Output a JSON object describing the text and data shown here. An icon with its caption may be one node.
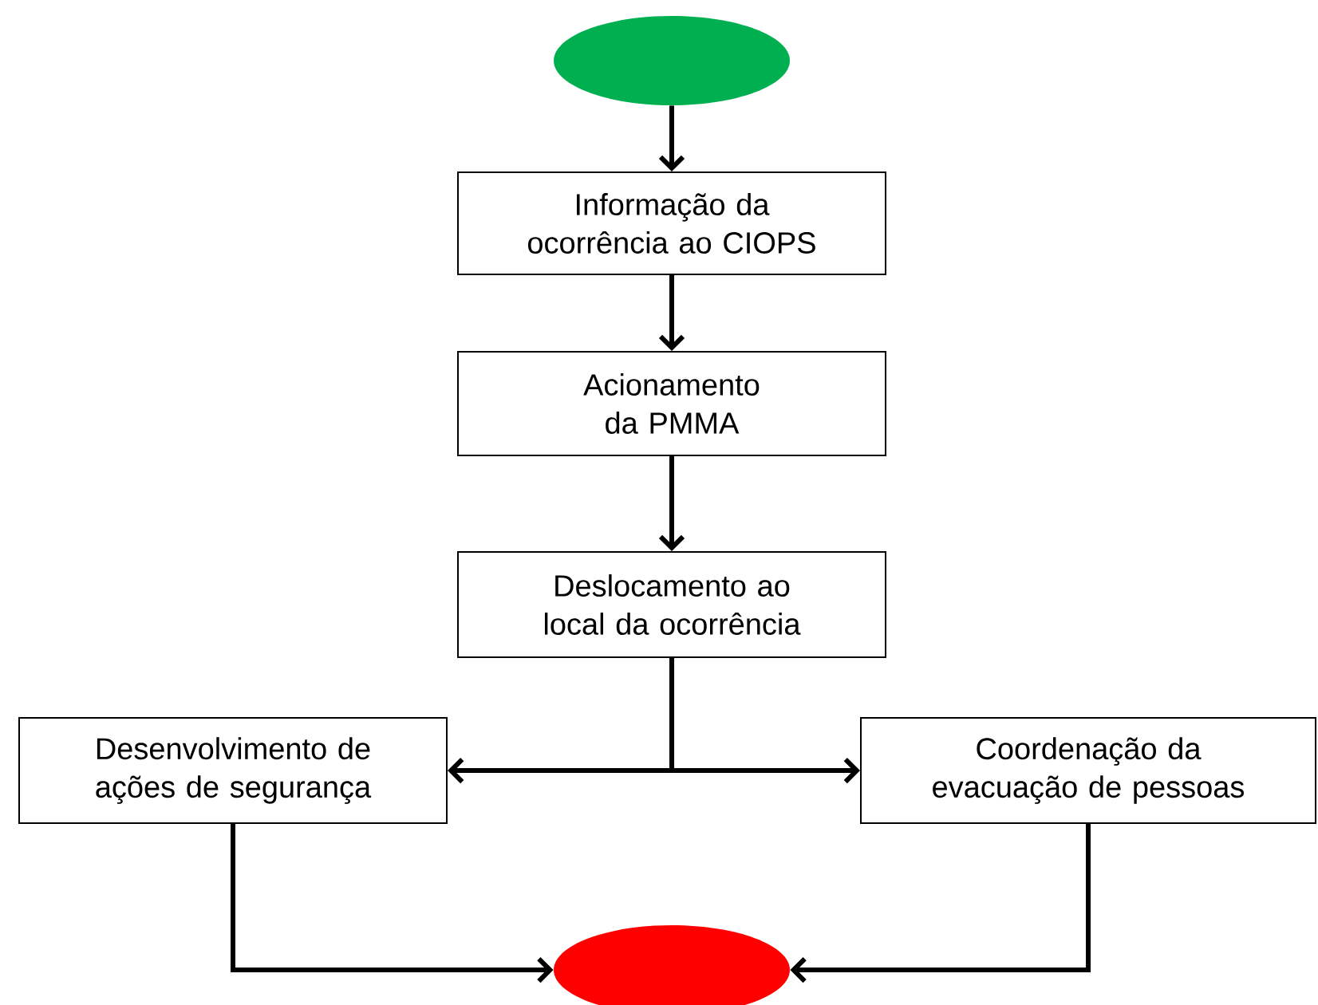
{
  "diagram": {
    "nodes": [
      {
        "text": [],
        "shape": "ellipse"
      },
      {
        "text": [
          "Informação da ocorrência ao CIOPS"
        ]
      },
      {
        "text": [
          "Acionamento da PMMA"
        ]
      },
      {
        "text": [
          "Deslocamento ao local da ocorrência"
        ]
      },
      {
        "text": [
          "Desenvolvimento de ações de segurança"
        ]
      },
      {
        "text": [
          "Coordenação da evacuação de pessoas"
        ]
      },
      {
        "text": [],
        "shape": "ellipse"
      }
    ],
    "edges": [
      {
        "from": 0,
        "to": 1,
        "arrow": "to"
      },
      {
        "from": 1,
        "to": 2,
        "arrow": "to"
      },
      {
        "from": 2,
        "to": 3,
        "arrow": "to"
      },
      {
        "from": 3,
        "to": 4,
        "arrow": "to"
      },
      {
        "from": 3,
        "to": 5,
        "arrow": "to"
      },
      {
        "from": 4,
        "to": 6,
        "arrow": "to"
      },
      {
        "from": 5,
        "to": 6,
        "arrow": "to"
      }
    ]
  }
}
